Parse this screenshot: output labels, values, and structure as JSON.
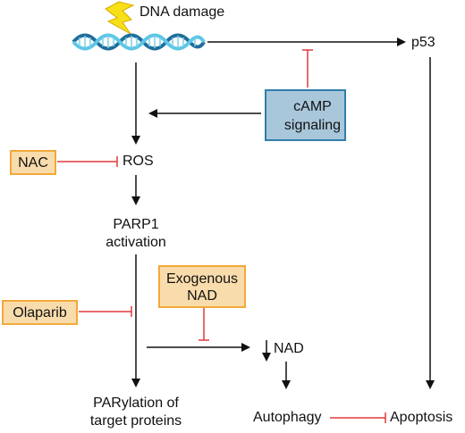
{
  "dna_damage_label": "DNA damage",
  "p53_label": "p53",
  "camp": {
    "line1": "cAMP",
    "line2": "signaling"
  },
  "nac_label": "NAC",
  "ros_label": "ROS",
  "parp1": {
    "line1": "PARP1",
    "line2": "activation"
  },
  "exogenous_nad": {
    "line1": "Exogenous",
    "line2": "NAD"
  },
  "olaparib_label": "Olaparib",
  "nad_label": "NAD",
  "parylation": {
    "line1": "PARylation of",
    "line2": "target proteins"
  },
  "autophagy_label": "Autophagy",
  "apoptosis_label": "Apoptosis",
  "colors": {
    "activation_arrow": "#111111",
    "inhibition_line": "#e03a3a",
    "box_orange_fill": "#f9dcab",
    "box_orange_border": "#f2a93a",
    "box_blue_fill": "#a9c7db",
    "box_blue_border": "#2f7fa9",
    "dna_dark": "#1f6e9c",
    "dna_light": "#5ec7e6",
    "lightning": "#f7e017"
  }
}
